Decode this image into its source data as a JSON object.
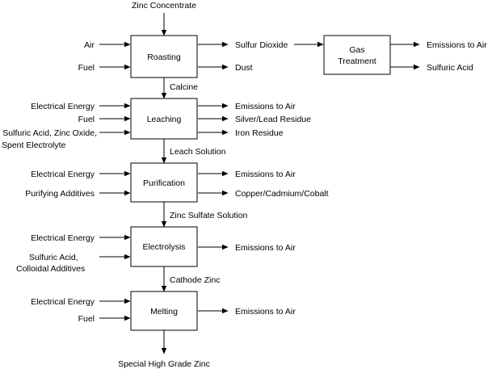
{
  "title": "Zinc Concentrate",
  "footer": "Special High Grade Zinc",
  "processes": {
    "roasting": "Roasting",
    "gas_treatment_line1": "Gas",
    "gas_treatment_line2": "Treatment",
    "leaching": "Leaching",
    "purification": "Purification",
    "electrolysis": "Electrolysis",
    "melting": "Melting"
  },
  "roasting": {
    "inputs": [
      "Air",
      "Fuel"
    ],
    "outputs": [
      "Sulfur Dioxide",
      "Dust"
    ]
  },
  "gas_treatment": {
    "outputs": [
      "Emissions to Air",
      "Sulfuric Acid"
    ]
  },
  "intermediates": {
    "calcine": "Calcine",
    "leach_solution": "Leach Solution",
    "zinc_sulfate_solution": "Zinc Sulfate Solution",
    "cathode_zinc": "Cathode Zinc"
  },
  "leaching": {
    "inputs": [
      "Electrical Energy",
      "Fuel",
      "Sulfuric Acid, Zinc Oxide,",
      "Spent Electrolyte"
    ],
    "outputs": [
      "Emissions to Air",
      "Silver/Lead Residue",
      "Iron Residue"
    ]
  },
  "purification": {
    "inputs": [
      "Electrical Energy",
      "Purifying Additives"
    ],
    "outputs": [
      "Emissions to Air",
      "Copper/Cadmium/Cobalt"
    ]
  },
  "electrolysis": {
    "inputs": [
      "Electrical Energy",
      "Sulfuric Acid,",
      "Colloidal Additives"
    ],
    "outputs": [
      "Emissions to Air"
    ]
  },
  "melting": {
    "inputs": [
      "Electrical Energy",
      "Fuel"
    ],
    "outputs": [
      "Emissions to Air"
    ]
  }
}
